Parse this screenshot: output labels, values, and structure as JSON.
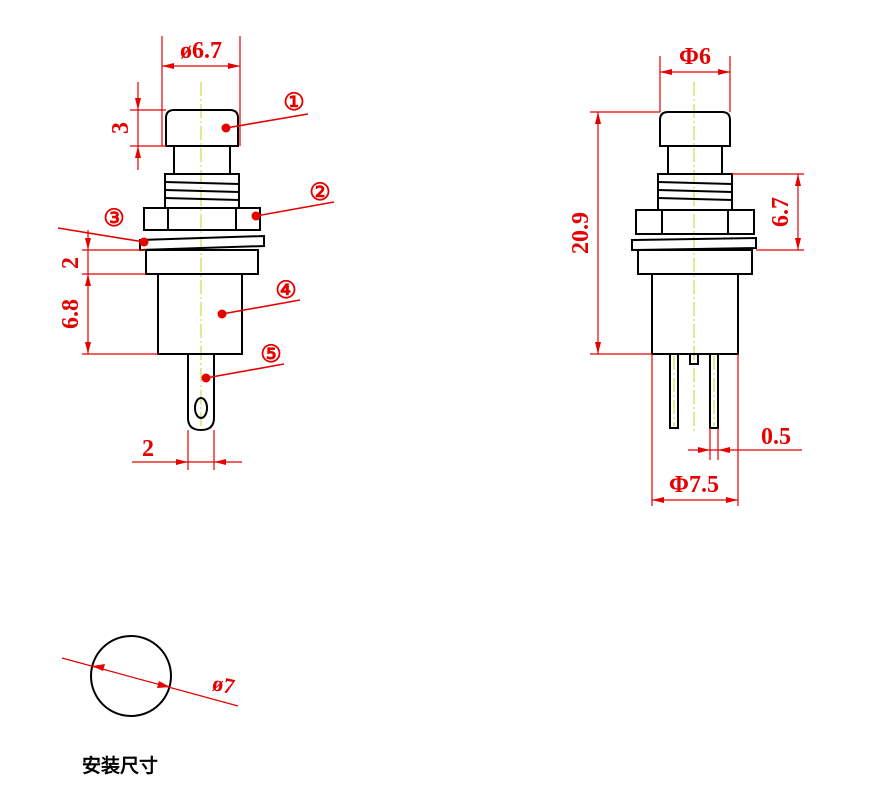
{
  "left_view": {
    "dims": {
      "cap_diameter": "ø6.7",
      "cap_height": "3",
      "washer_thickness": "2",
      "body_height": "6.8",
      "terminal_width": "2"
    },
    "callouts": [
      "①",
      "②",
      "③",
      "④",
      "⑤"
    ]
  },
  "right_view": {
    "dims": {
      "cap_diameter": "Φ6",
      "overall_height": "20.9",
      "thread_length": "6.7",
      "pin_thickness": "0.5",
      "base_diameter": "Φ7.5"
    }
  },
  "mounting": {
    "hole_diameter": "ø7",
    "caption": "安装尺寸"
  },
  "colors": {
    "dimension": "#e60000",
    "outline": "#000000",
    "centerline": "#c8dc50"
  }
}
